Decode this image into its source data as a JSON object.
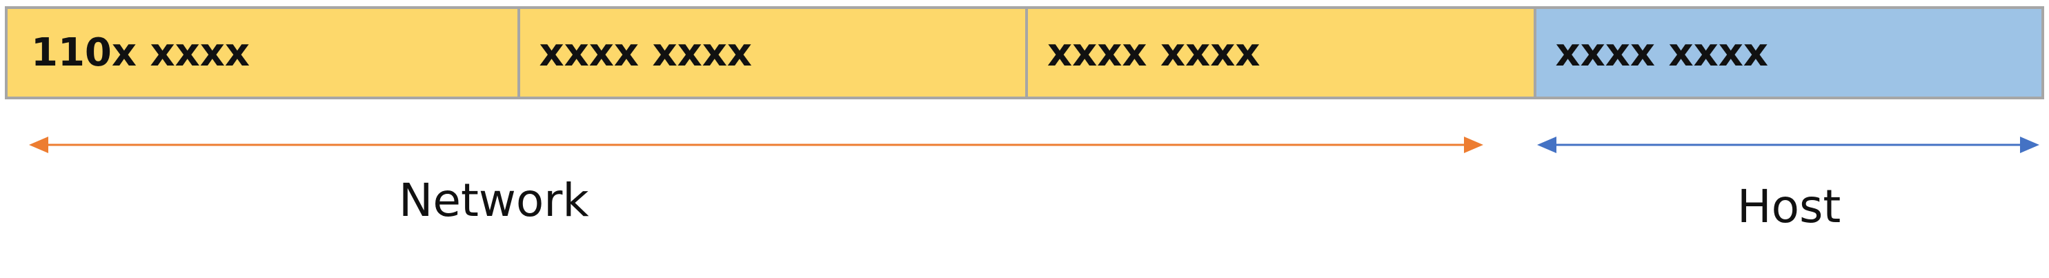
{
  "octets": [
    {
      "text": "110x xxxx",
      "part": "network"
    },
    {
      "text": "xxxx xxxx",
      "part": "network"
    },
    {
      "text": "xxxx xxxx",
      "part": "network"
    },
    {
      "text": "xxxx xxxx",
      "part": "host"
    }
  ],
  "labels": {
    "network": "Network",
    "host": "Host"
  },
  "colors": {
    "network_fill": "#fdd86b",
    "host_fill": "#9dc3e6",
    "network_arrow": "#ed7d31",
    "host_arrow": "#4472c4",
    "border": "#a6a6a6"
  }
}
